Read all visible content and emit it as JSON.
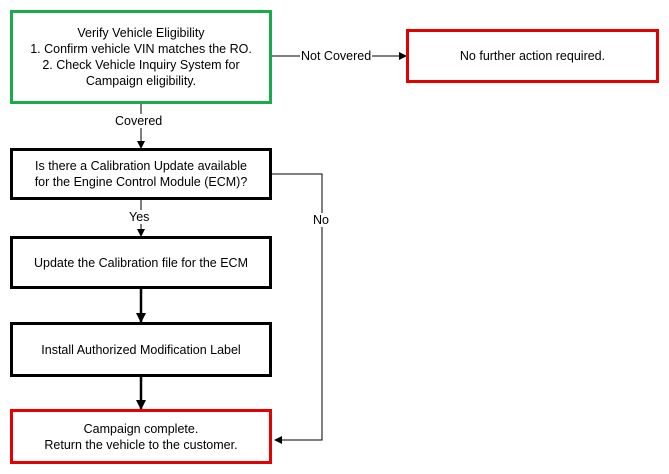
{
  "boxes": {
    "verify": {
      "lines": [
        "Verify Vehicle Eligibility",
        "1. Confirm vehicle VIN matches the RO.",
        "2. Check Vehicle Inquiry System for",
        "Campaign eligibility."
      ],
      "border_color": "#1aab4c"
    },
    "no_action": {
      "lines": [
        "No further action required."
      ],
      "border_color": "#e60000"
    },
    "calibration_question": {
      "lines": [
        "Is there a Calibration Update available",
        "for the Engine Control Module (ECM)?"
      ],
      "border_color": "#000000"
    },
    "update": {
      "lines": [
        "Update the Calibration file for the ECM"
      ],
      "border_color": "#000000"
    },
    "install": {
      "lines": [
        "Install Authorized Modification Label"
      ],
      "border_color": "#000000"
    },
    "complete": {
      "lines": [
        "Campaign complete.",
        "Return the vehicle to the customer."
      ],
      "border_color": "#e60000"
    }
  },
  "edges": {
    "not_covered": "Not Covered",
    "covered": "Covered",
    "yes": "Yes",
    "no": "No"
  }
}
